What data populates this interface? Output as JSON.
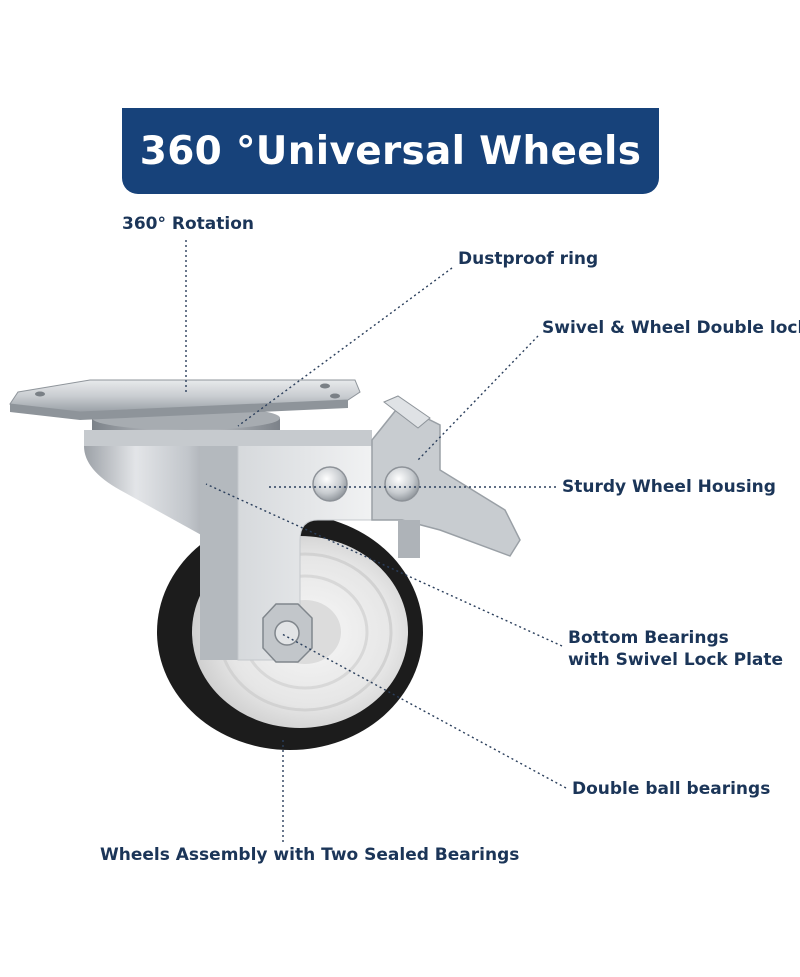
{
  "title": "360 °Universal Wheels",
  "labels": {
    "rotation": "360° Rotation",
    "dustproof": "Dustproof ring",
    "double_lock": "Swivel & Wheel Double lock",
    "housing": "Sturdy Wheel Housing",
    "bottom_bearings_1": "Bottom Bearings",
    "bottom_bearings_2": "with Swivel Lock Plate",
    "ball_bearings": "Double ball bearings",
    "wheels_assembly": "Wheels Assembly with Two Sealed Bearings"
  },
  "colors": {
    "banner": "#17427a",
    "label_text": "#1b3558",
    "leader_line": "#2b3f5c",
    "tread": "#1c1c1c",
    "hub": "#ececec",
    "metal": "#b9bdc2"
  }
}
